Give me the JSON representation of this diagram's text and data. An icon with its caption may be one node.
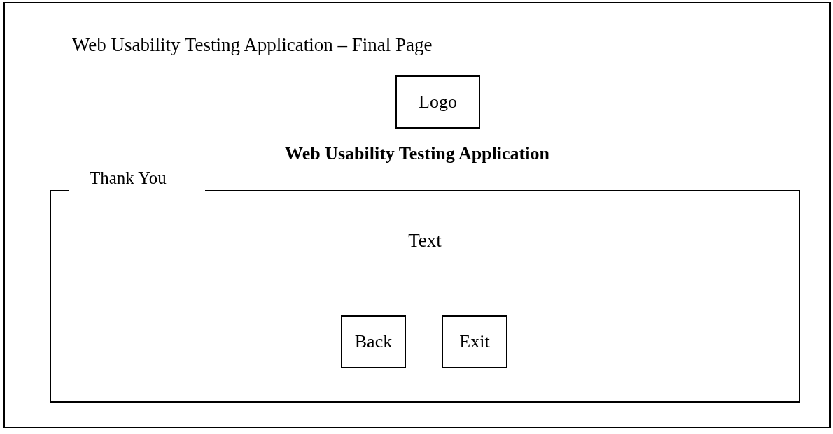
{
  "diagram": {
    "title": "Web Usability Testing Application – Final Page",
    "nodes": [
      {
        "text": [],
        "shape": "box"
      },
      {
        "text": [
          "Logo"
        ],
        "in": 0
      },
      {
        "text": [
          "Thank You",
          "Text"
        ],
        "in": 0
      },
      {
        "text": [
          "Back"
        ],
        "in": 2
      },
      {
        "text": [
          "Exit"
        ],
        "in": 2
      }
    ],
    "labels": [
      "Web Usability Testing Application"
    ]
  }
}
